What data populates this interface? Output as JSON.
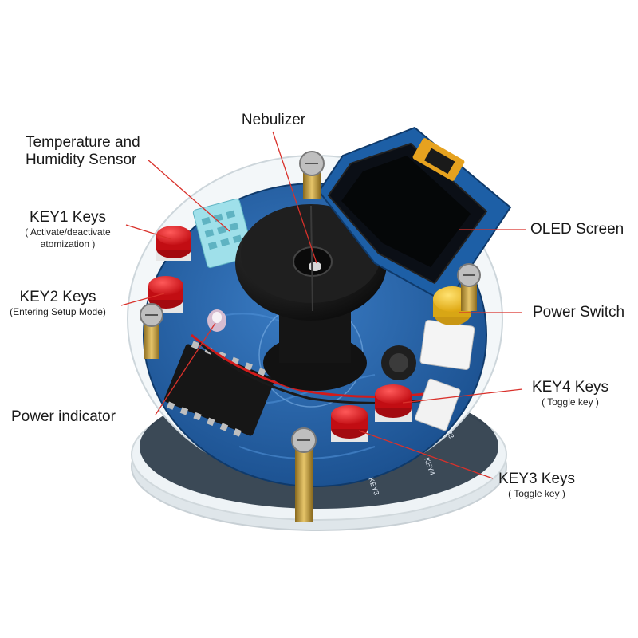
{
  "labels": {
    "nebulizer": "Nebulizer",
    "temp_sensor": [
      "Temperature and",
      "Humidity Sensor"
    ],
    "key1": {
      "title": "KEY1 Keys",
      "sub": [
        "( Activate/deactivate",
        "atomization )"
      ]
    },
    "key2": {
      "title": "KEY2 Keys",
      "sub": "(Entering Setup Mode)"
    },
    "power_indicator": "Power indicator",
    "oled": "OLED Screen",
    "power_switch": "Power Switch",
    "key4": {
      "title": "KEY4 Keys",
      "sub": "( Toggle key )"
    },
    "key3": {
      "title": "KEY3 Keys",
      "sub": "( Toggle key )"
    }
  },
  "board_silkscreen": {
    "key4": "KEY4",
    "key3": "KEY3",
    "p3": "P3"
  },
  "colors": {
    "leader_line": "#d9312b",
    "pcb": "#1d5fa6",
    "acrylic": "#e8eef2",
    "button_red": "#e4141c",
    "button_yellow": "#f2c21a"
  }
}
